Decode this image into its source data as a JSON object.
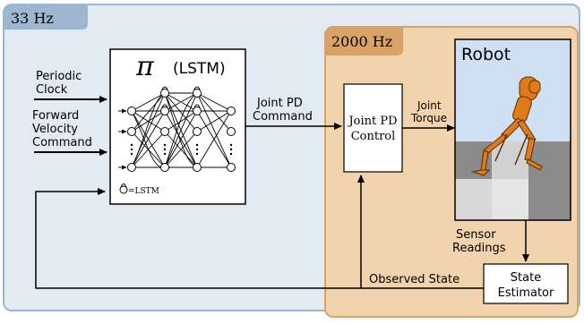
{
  "outer_loop": {
    "rate": "33 Hz"
  },
  "inner_loop": {
    "rate": "2000 Hz"
  },
  "inputs": {
    "periodic_clock": [
      "Periodic",
      "Clock"
    ],
    "forward_velocity": [
      "Forward",
      "Velocity",
      "Command"
    ]
  },
  "policy": {
    "symbol": "π",
    "label": "(LSTM)",
    "legend": "=LSTM"
  },
  "signals": {
    "joint_pd_command": [
      "Joint PD",
      "Command"
    ],
    "joint_torque": [
      "Joint",
      "Torque"
    ],
    "sensor_readings": [
      "Sensor",
      "Readings"
    ],
    "observed_state": "Observed State"
  },
  "pd_control": {
    "label": [
      "Joint PD",
      "Control"
    ]
  },
  "robot": {
    "title": "Robot"
  },
  "state_estimator": {
    "label": [
      "State",
      "Estimator"
    ]
  },
  "colors": {
    "outer_fill": "#e2eaf3",
    "outer_stroke": "#9fb6d0",
    "outer_tab": "#9fb6d0",
    "inner_fill": "#f1d3ad",
    "inner_stroke": "#d9a267",
    "inner_tab": "#d9a267",
    "robot_sky": "#cfe0f4",
    "robot_body": "#e07b18"
  }
}
